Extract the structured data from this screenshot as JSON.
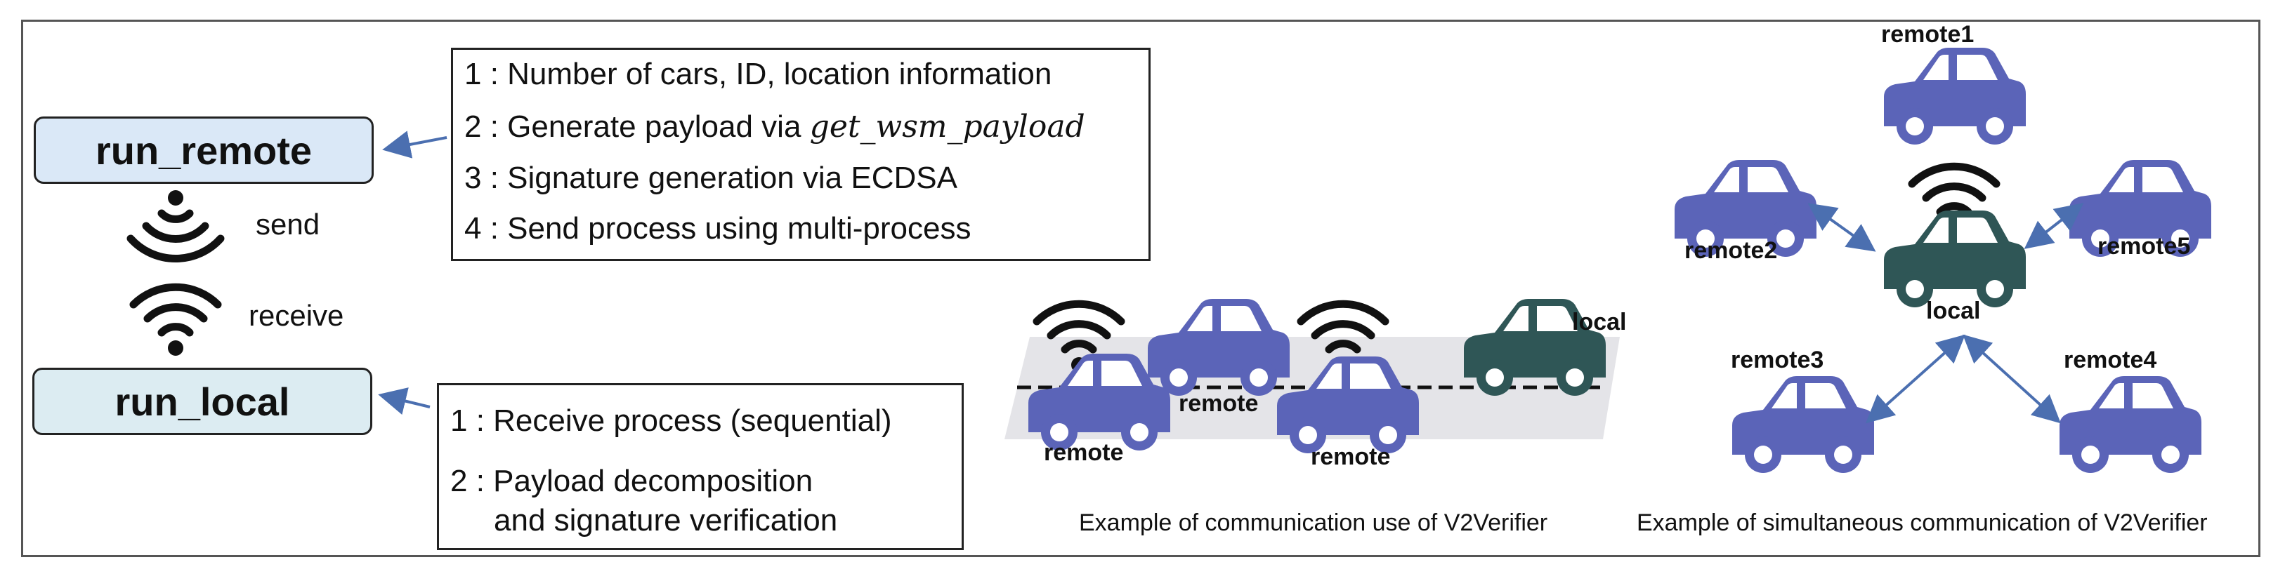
{
  "functions": {
    "remote": "run_remote",
    "local": "run_local"
  },
  "signals": {
    "send": "send",
    "receive": "receive"
  },
  "remote_steps": [
    {
      "text": "1 : Number of cars, ID, location information"
    },
    {
      "prefix": "2 : Generate payload via ",
      "func": "get_wsm_payload"
    },
    {
      "text": "3 : Signature generation via ECDSA"
    },
    {
      "text": "4 : Send process using multi-process"
    }
  ],
  "local_steps": [
    "1 : Receive process (sequential)",
    "2 : Payload decomposition",
    "and signature verification"
  ],
  "example1": {
    "cars": [
      "remote",
      "remote",
      "remote",
      "local"
    ],
    "caption": "Example of communication use of V2Verifier"
  },
  "example2": {
    "center": "local",
    "remotes": [
      "remote1",
      "remote2",
      "remote3",
      "remote4",
      "remote5"
    ],
    "caption": "Example of simultaneous communication of V2Verifier"
  },
  "colors": {
    "remote_car": "#5b64b8",
    "local_car": "#2f5656",
    "arrow": "#4b6fb0",
    "road": "#e4e4e8",
    "remote_box": "#dae8f7",
    "local_box": "#dcecf2"
  }
}
